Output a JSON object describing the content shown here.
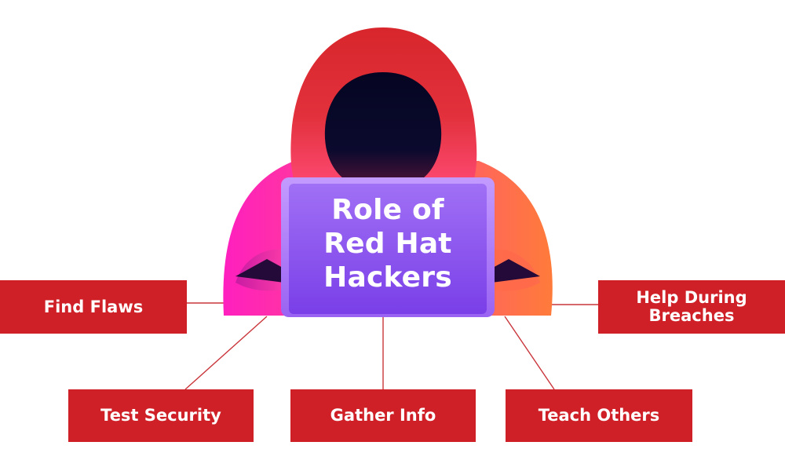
{
  "center": {
    "title_lines": [
      "Role of",
      "Red Hat",
      "Hackers"
    ]
  },
  "roles": {
    "find_flaws": "Find Flaws",
    "help_breaches": "Help During Breaches",
    "test_security": "Test Security",
    "gather_info": "Gather Info",
    "teach_others": "Teach Others"
  },
  "colors": {
    "label_red": "#cf2027",
    "hood_red": "#d8262c",
    "hoodie_pink": "#ff2fb0",
    "hoodie_orange": "#ff6a3d",
    "laptop_purple": "#8f4ff0",
    "face_shadow": "#0b0a2e",
    "connector": "#c9353a"
  }
}
